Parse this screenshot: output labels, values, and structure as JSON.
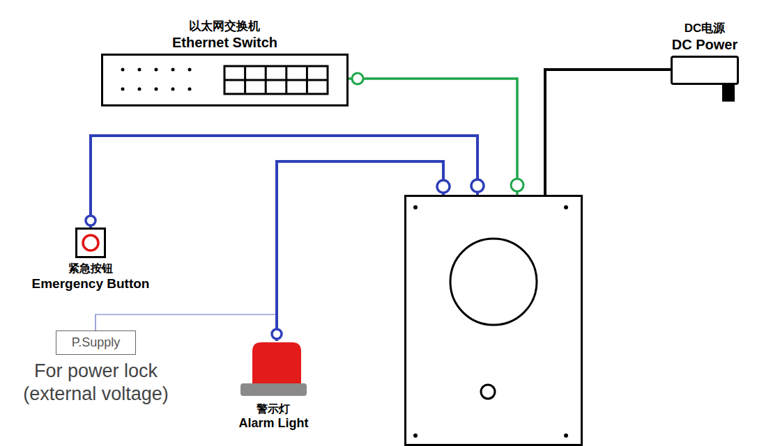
{
  "diagram": {
    "nodes": [
      {
        "text": [
          "以太网交换机",
          "Ethernet Switch"
        ]
      },
      {
        "text": [
          "DC电源",
          "DC Power"
        ]
      },
      {
        "text": [
          "紧急按钮",
          "Emergency Button"
        ]
      },
      {
        "text": []
      },
      {
        "text": [
          "P.Supply",
          "For power lock (external voltage)"
        ]
      },
      {
        "text": [
          "警示灯",
          "Alarm Light"
        ]
      }
    ],
    "edges": [
      {
        "from": 0,
        "to": 3,
        "arrow": "none"
      },
      {
        "from": 1,
        "to": 3,
        "arrow": "none"
      },
      {
        "from": 2,
        "to": 3,
        "arrow": "none"
      },
      {
        "from": 4,
        "to": 5,
        "arrow": "none"
      },
      {
        "from": 5,
        "to": 3,
        "arrow": "none"
      }
    ]
  }
}
